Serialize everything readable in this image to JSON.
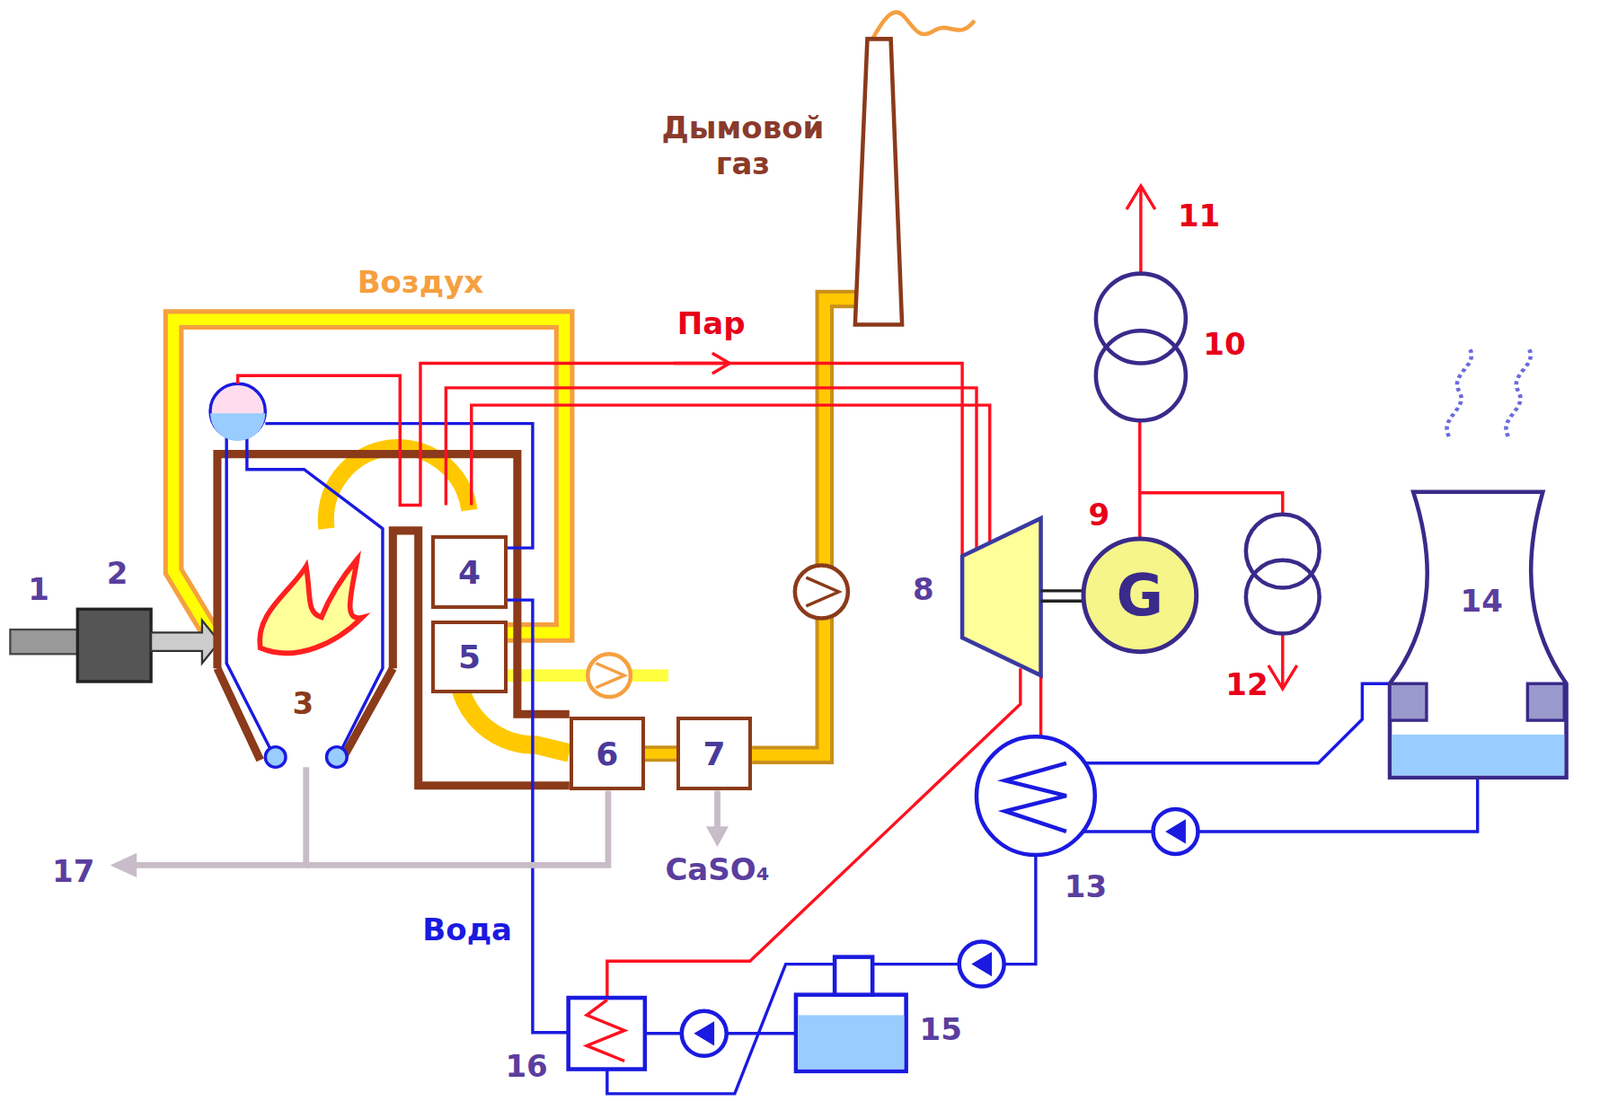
{
  "diagram": {
    "nodes": [
      {
        "text": [
          "4"
        ]
      },
      {
        "text": [
          "5"
        ]
      },
      {
        "text": [
          "6"
        ]
      },
      {
        "text": [
          "7"
        ]
      },
      {
        "text": [
          "G"
        ]
      }
    ],
    "edges": [
      {
        "from": 2,
        "to": 3,
        "arrow": "none"
      }
    ],
    "labels": [
      "1",
      "2",
      "3",
      "8",
      "9",
      "10",
      "11",
      "12",
      "13",
      "14",
      "15",
      "16",
      "17",
      "Воздух",
      "Пар",
      "Дымовой газ",
      "Вода",
      "CaSO₄"
    ]
  }
}
